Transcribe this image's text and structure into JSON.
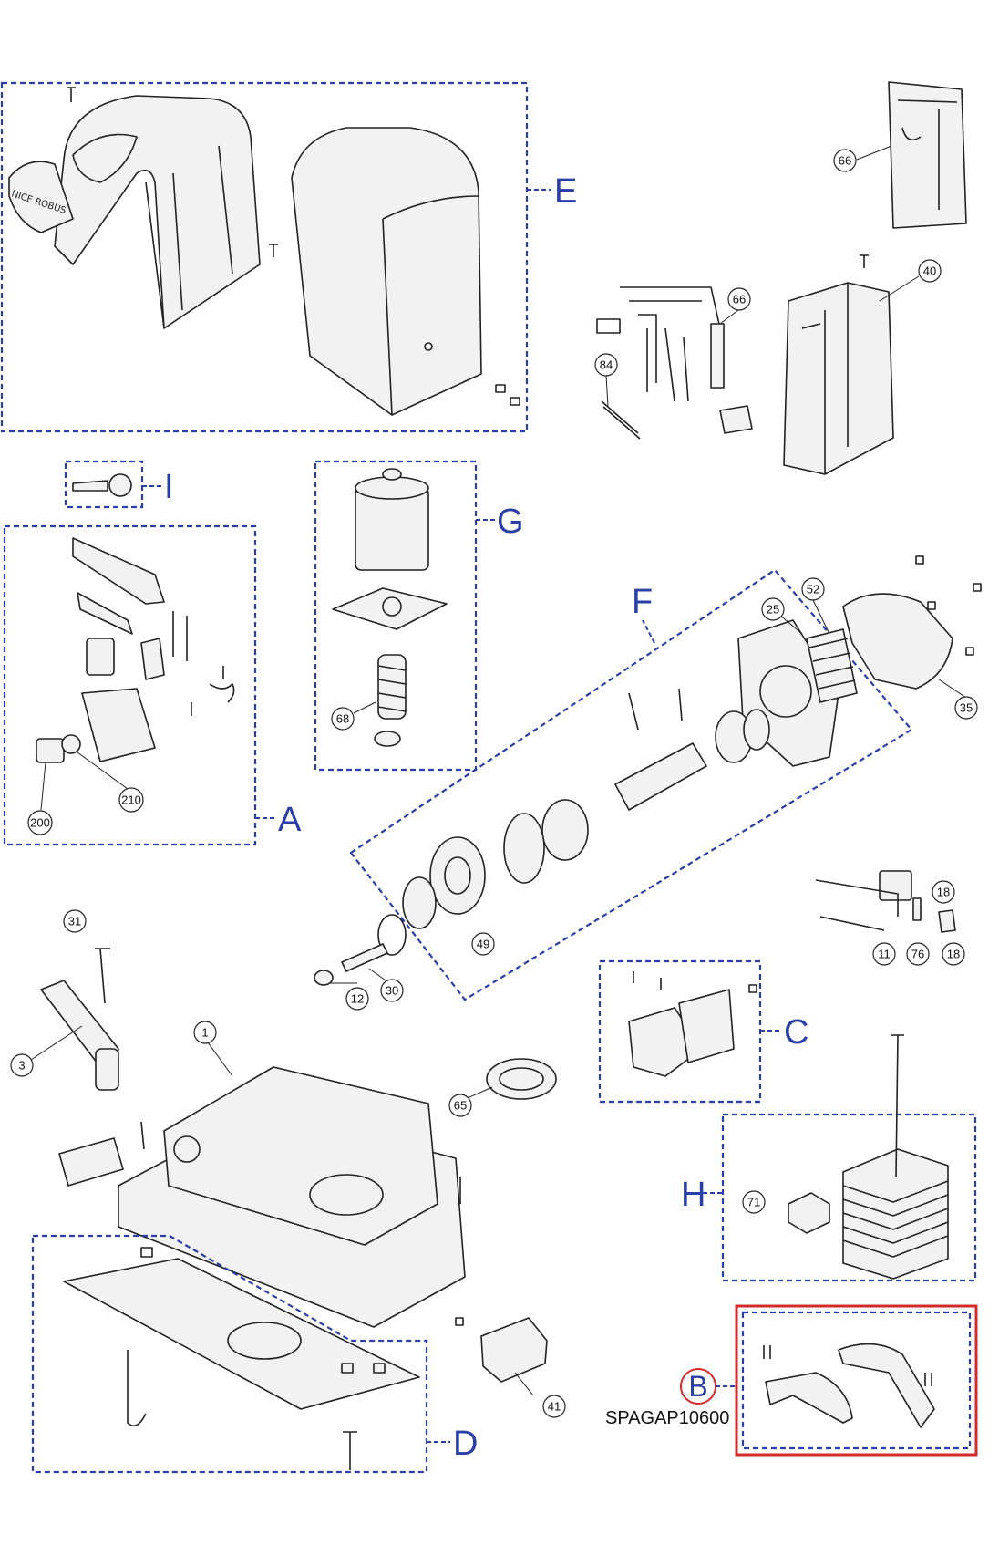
{
  "groups": {
    "E": "E",
    "I": "I",
    "G": "G",
    "A": "A",
    "F": "F",
    "C": "C",
    "H": "H",
    "D": "D",
    "B": "B"
  },
  "highlight_color": "#d42a2a",
  "group_color": "#2a3fa8",
  "part_code": "SPAGAP10600",
  "cover_text": "NICE ROBUS",
  "callouts": {
    "p66a": "66",
    "p66b": "66",
    "p40": "40",
    "p84": "84",
    "p68": "68",
    "p200": "200",
    "p210": "210",
    "p52": "52",
    "p25": "25",
    "p35": "35",
    "p18a": "18",
    "p18b": "18",
    "p11": "11",
    "p76": "76",
    "p49": "49",
    "p12": "12",
    "p30": "30",
    "p31": "31",
    "p3": "3",
    "p1": "1",
    "p65": "65",
    "p71": "71",
    "p41": "41"
  }
}
